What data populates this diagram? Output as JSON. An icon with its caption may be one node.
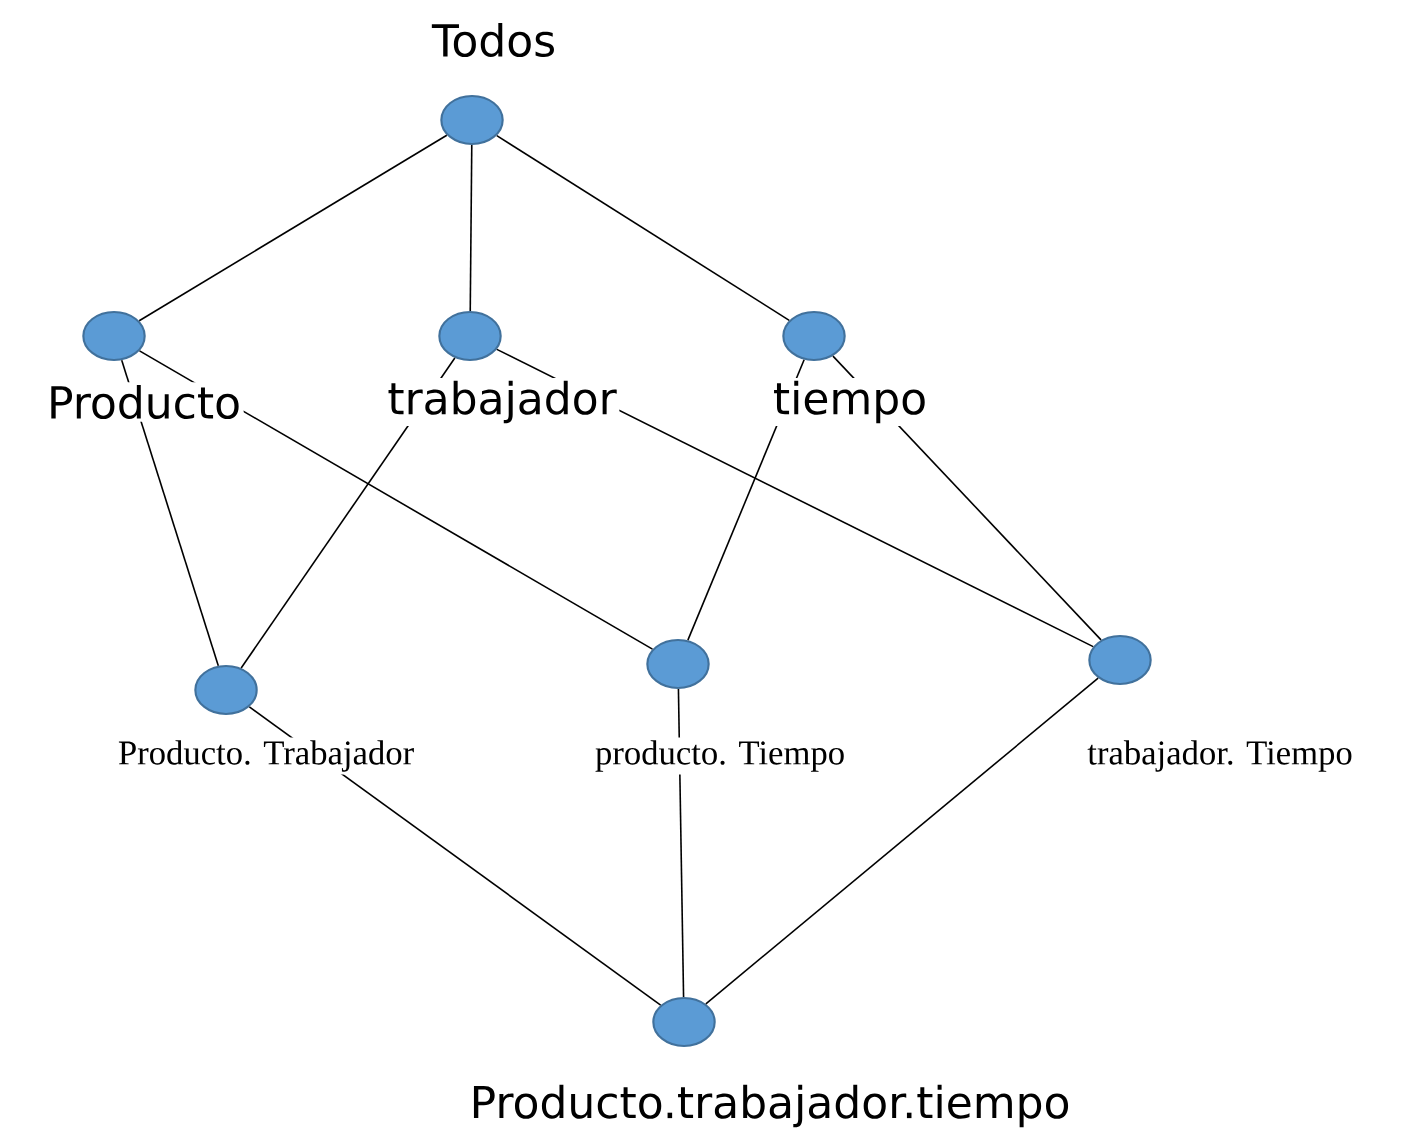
{
  "diagram": {
    "nodes": [
      {
        "text": [],
        "shape": "circle",
        "beside": [
          "Todos"
        ]
      },
      {
        "text": [],
        "shape": "circle",
        "beside": [
          "Producto"
        ]
      },
      {
        "text": [],
        "shape": "circle",
        "beside": [
          "trabajador"
        ]
      },
      {
        "text": [],
        "shape": "circle",
        "beside": [
          "tiempo"
        ]
      },
      {
        "text": [],
        "shape": "circle",
        "beside": [
          "Producto. Trabajador"
        ]
      },
      {
        "text": [],
        "shape": "circle",
        "beside": [
          "producto. Tiempo"
        ]
      },
      {
        "text": [],
        "shape": "circle",
        "beside": [
          "trabajador. Tiempo"
        ]
      },
      {
        "text": [],
        "shape": "circle",
        "beside": [
          "Producto.trabajador.tiempo"
        ]
      }
    ],
    "edges": [
      {
        "from": 0,
        "to": 1,
        "arrow": "none"
      },
      {
        "from": 0,
        "to": 2,
        "arrow": "none"
      },
      {
        "from": 0,
        "to": 3,
        "arrow": "none"
      },
      {
        "from": 1,
        "to": 4,
        "arrow": "none"
      },
      {
        "from": 1,
        "to": 5,
        "arrow": "none"
      },
      {
        "from": 2,
        "to": 4,
        "arrow": "none"
      },
      {
        "from": 2,
        "to": 6,
        "arrow": "none"
      },
      {
        "from": 3,
        "to": 5,
        "arrow": "none"
      },
      {
        "from": 3,
        "to": 6,
        "arrow": "none"
      },
      {
        "from": 4,
        "to": 7,
        "arrow": "none"
      },
      {
        "from": 5,
        "to": 7,
        "arrow": "none"
      },
      {
        "from": 6,
        "to": 7,
        "arrow": "none"
      }
    ]
  }
}
